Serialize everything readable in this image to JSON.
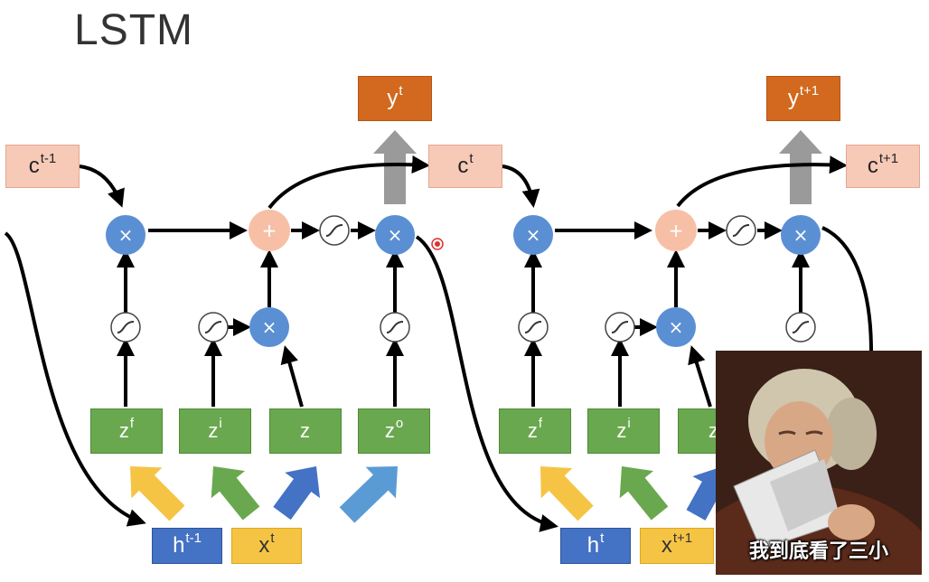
{
  "title": "LSTM",
  "blocks": [
    {
      "c_in": {
        "base": "c",
        "sup": "t-1"
      },
      "y": {
        "base": "y",
        "sup": "t"
      },
      "c_out": {
        "base": "c",
        "sup": "t"
      },
      "gates": [
        {
          "base": "z",
          "sup": "f"
        },
        {
          "base": "z",
          "sup": "i"
        },
        {
          "base": "z",
          "sup": ""
        },
        {
          "base": "z",
          "sup": "o"
        }
      ],
      "h": {
        "base": "h",
        "sup": "t-1"
      },
      "x": {
        "base": "x",
        "sup": "t"
      }
    },
    {
      "c_in": {
        "base": "c",
        "sup": "t"
      },
      "y": {
        "base": "y",
        "sup": "t+1"
      },
      "c_out": {
        "base": "c",
        "sup": "t+1"
      },
      "gates": [
        {
          "base": "z",
          "sup": "f"
        },
        {
          "base": "z",
          "sup": "i"
        },
        {
          "base": "z",
          "sup": ""
        }
      ],
      "h": {
        "base": "h",
        "sup": "t"
      },
      "x": {
        "base": "x",
        "sup": "t+1"
      }
    }
  ],
  "op_symbols": {
    "multiply": "×",
    "add": "+"
  },
  "meme": {
    "caption": "我到底看了三小"
  },
  "colors": {
    "multiply_node": "#5b8fd4",
    "add_node": "#f7c0a6",
    "gate_box": "#6aa84f",
    "cell_box": "#f7c9b7",
    "output_box": "#d2691e",
    "h_box": "#4472c4",
    "x_box": "#f6c445"
  }
}
